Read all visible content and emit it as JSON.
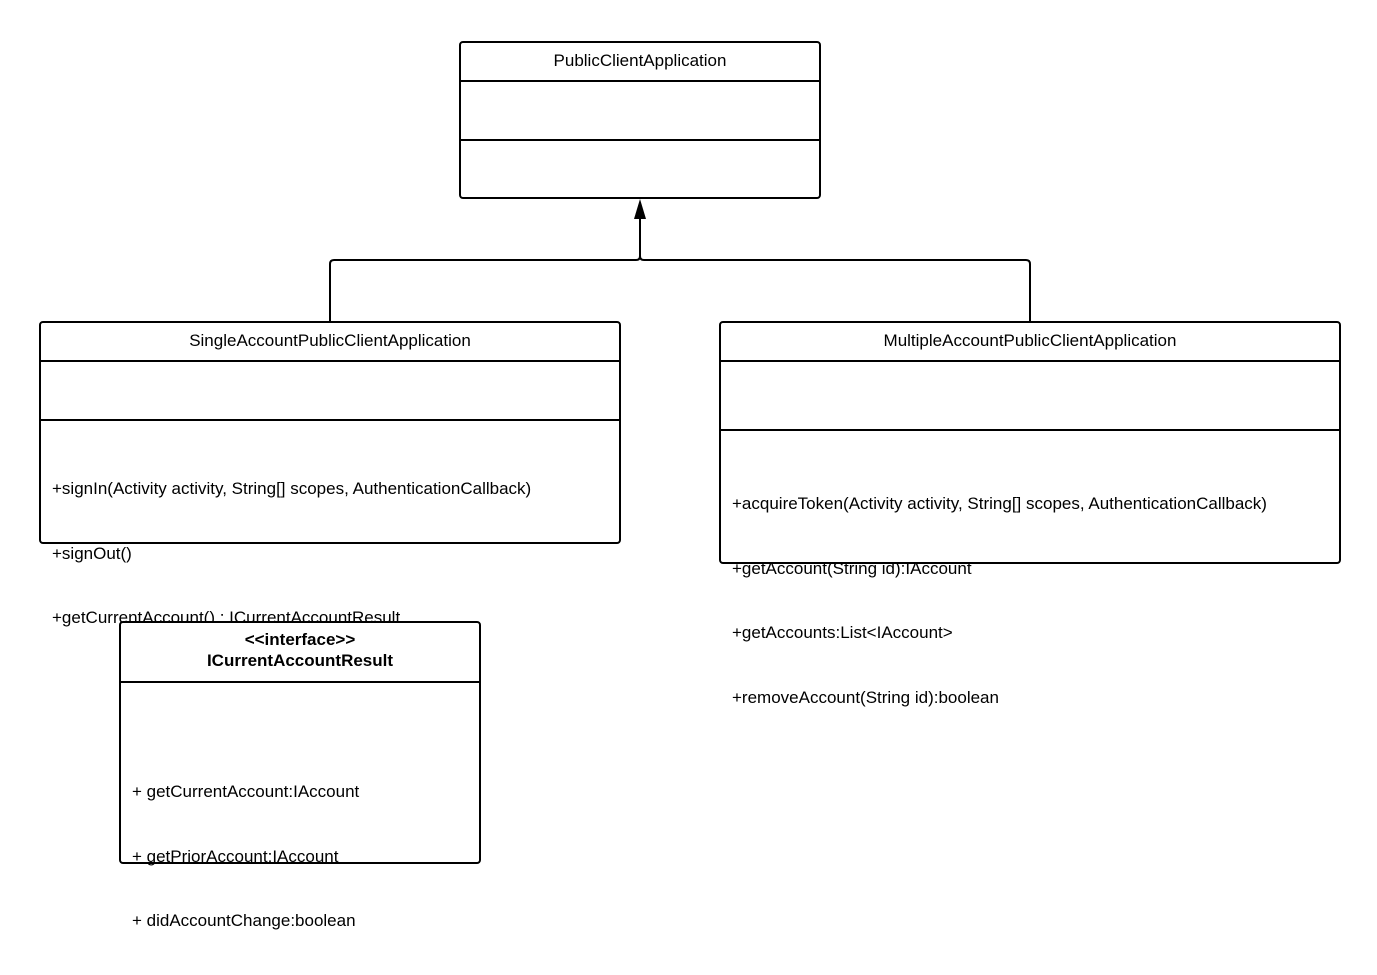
{
  "classes": {
    "public_client": {
      "name": "PublicClientApplication",
      "methods": []
    },
    "single_account": {
      "name": "SingleAccountPublicClientApplication",
      "methods": [
        "+signIn(Activity activity, String[] scopes, AuthenticationCallback)",
        "+signOut()",
        "+getCurrentAccount() : ICurrentAccountResult"
      ]
    },
    "multiple_account": {
      "name": "MultipleAccountPublicClientApplication",
      "methods": [
        "+acquireToken(Activity activity, String[] scopes, AuthenticationCallback)",
        "+getAccount(String id):IAccount",
        "+getAccounts:List<IAccount>",
        "+removeAccount(String id):boolean"
      ]
    },
    "current_account_result": {
      "stereotype": "<<interface>>",
      "name": "ICurrentAccountResult",
      "methods": [
        "+ getCurrentAccount:IAccount",
        "+ getPriorAccount:IAccount",
        "+ didAccountChange:boolean"
      ]
    }
  },
  "relations": [
    {
      "type": "inheritance",
      "from": "SingleAccountPublicClientApplication",
      "to": "PublicClientApplication"
    },
    {
      "type": "inheritance",
      "from": "MultipleAccountPublicClientApplication",
      "to": "PublicClientApplication"
    }
  ]
}
